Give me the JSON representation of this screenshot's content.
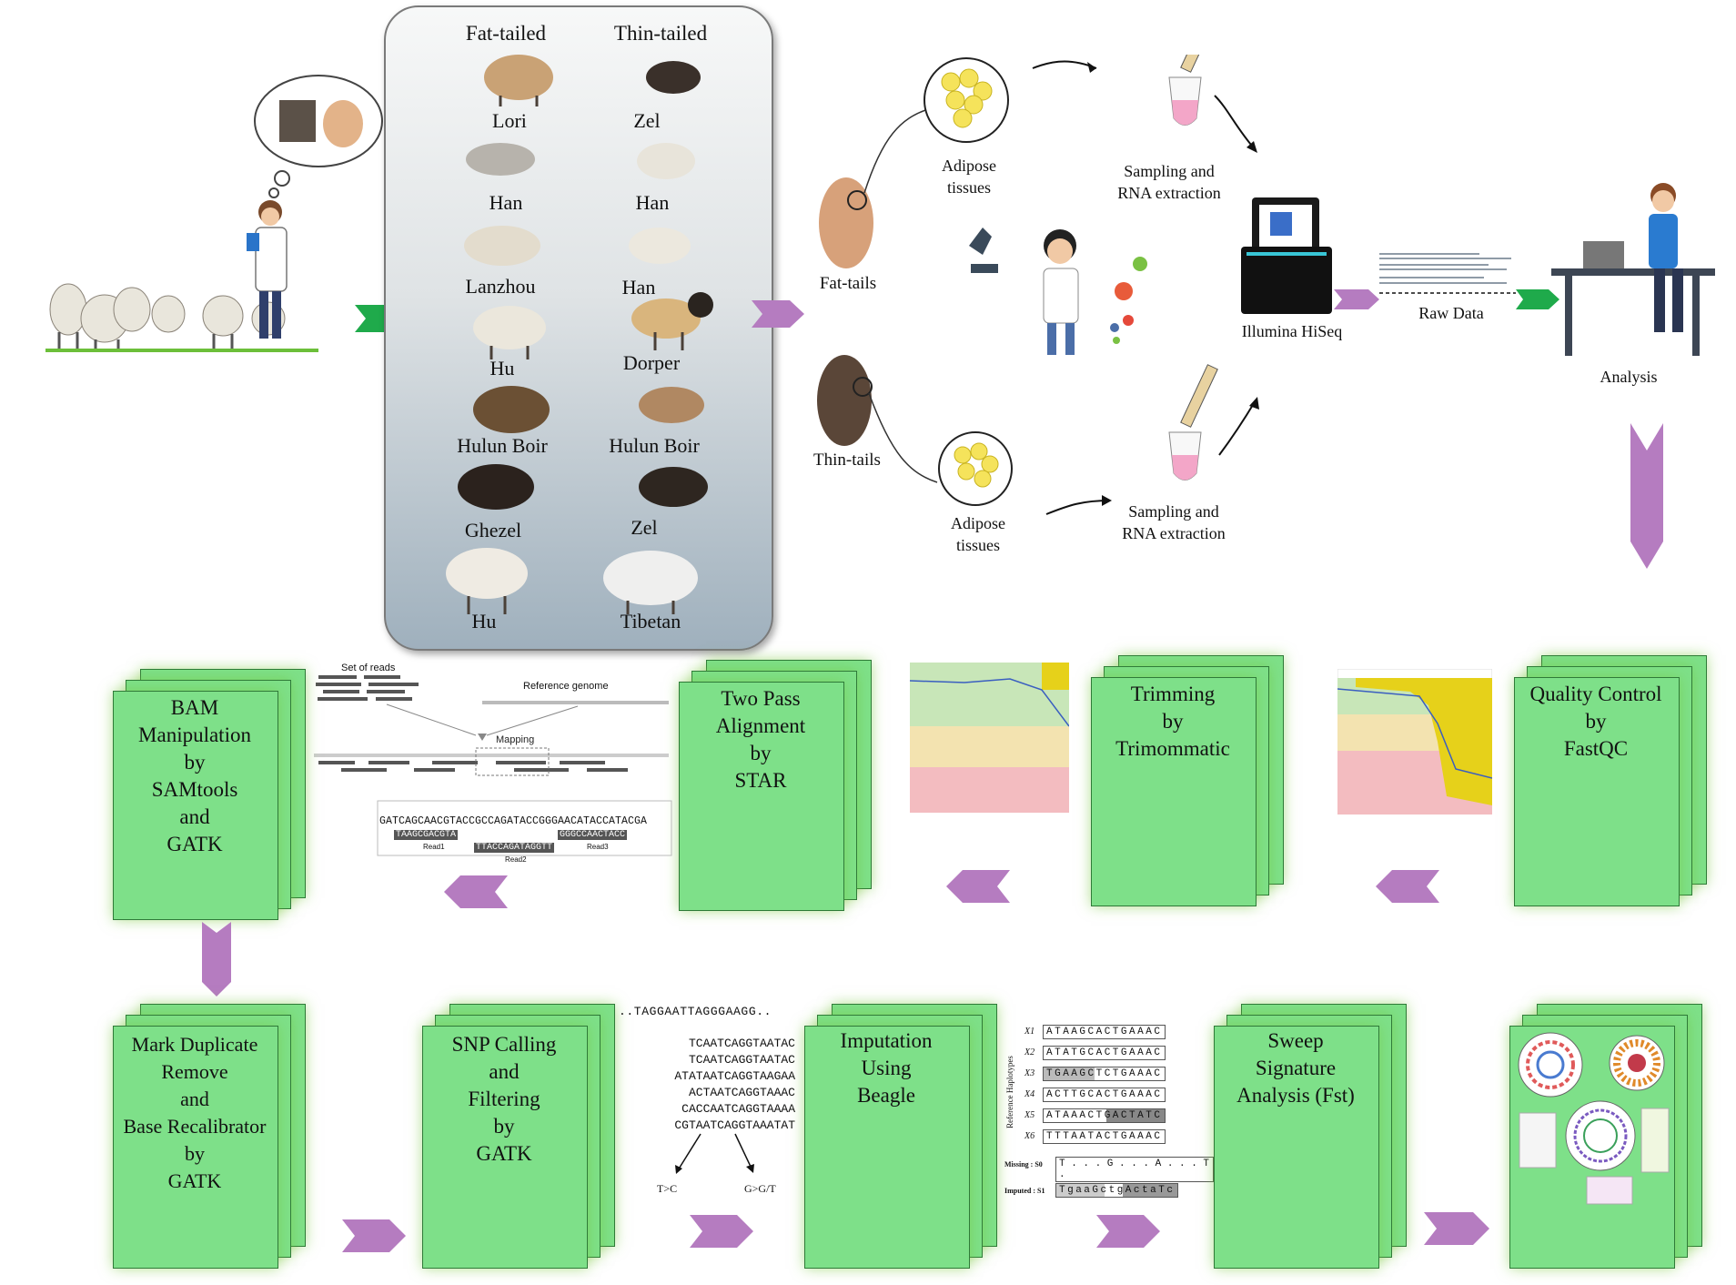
{
  "breeds": {
    "fat_tailed_header": "Fat-tailed",
    "thin_tailed_header": "Thin-tailed",
    "fat_tailed": [
      "Lori",
      "Han",
      "Lanzhou",
      "Hu",
      "Hulun Boir",
      "Ghezel",
      "Hu"
    ],
    "thin_tailed": [
      "Zel",
      "Han",
      "Han",
      "Dorper",
      "Hulun Boir",
      "Zel",
      "Tibetan"
    ]
  },
  "sampling": {
    "fat_tails": "Fat-tails",
    "thin_tails": "Thin-tails",
    "adipose_top_1": "Adipose",
    "adipose_top_2": "tissues",
    "adipose_bottom_1": "Adipose",
    "adipose_bottom_2": "tissues",
    "sampling_top_1": "Sampling and",
    "sampling_top_2": "RNA extraction",
    "sampling_bottom_1": "Sampling and",
    "sampling_bottom_2": "RNA extraction",
    "sequencer": "Illumina HiSeq",
    "raw_data": "Raw Data",
    "analysis": "Analysis"
  },
  "pipeline_row1": [
    {
      "lines": [
        "Quality Control",
        "by",
        "FastQC"
      ]
    },
    {
      "lines": [
        "Trimming",
        "by",
        "Trimommatic"
      ]
    },
    {
      "lines": [
        "Two Pass",
        "Alignment",
        "by",
        "STAR"
      ]
    },
    {
      "lines": [
        "BAM",
        "Manipulation",
        "by",
        "SAMtools",
        "and",
        "GATK"
      ]
    }
  ],
  "pipeline_row2": [
    {
      "lines": [
        "Mark Duplicate",
        "Remove",
        "and",
        "Base Recalibrator",
        "by",
        "GATK"
      ]
    },
    {
      "lines": [
        "SNP Calling",
        "and",
        "Filtering",
        "by",
        "GATK"
      ]
    },
    {
      "lines": [
        "Imputation",
        "Using",
        "Beagle"
      ]
    },
    {
      "lines": [
        "Sweep",
        "Signature",
        "Analysis (Fst)"
      ]
    }
  ],
  "mapping_figure": {
    "set_of_reads": "Set of reads",
    "reference_genome": "Reference genome",
    "mapping": "Mapping",
    "reference_seq": "GATCAGCAACGTACCGCCAGATACCGGGAACATACCATACGA",
    "read1": "TAAGCGACGTA",
    "read2": "TTACCAGATAGGTT",
    "read3": "GGGCCAACTACC",
    "read1_label": "Read1",
    "read2_label": "Read2",
    "read3_label": "Read3"
  },
  "snp_figure": {
    "top": "..TAGGAATTAGGGAAGG..",
    "rows": [
      "TCAATCAGGTAATAC",
      "TCAATCAGGTAATAC",
      "ATATAATCAGGTAAGAA",
      "ACTAATCAGGTAAAC",
      "CACCAATCAGGTAAAA",
      "CGTAATCAGGTAAATAT"
    ],
    "left_label": "T>C",
    "right_label": "G>G/T"
  },
  "imputation_figure": {
    "side_label": "Reference Haplotypes",
    "haplotypes": [
      {
        "id": "X1",
        "seq": "ATAAGCACTGAAAC"
      },
      {
        "id": "X2",
        "seq": "ATATGCACTGAAAC"
      },
      {
        "id": "X3",
        "seq": "TGAAGCTCTGAAAC"
      },
      {
        "id": "X4",
        "seq": "ACTTGCACTGAAAC"
      },
      {
        "id": "X5",
        "seq": "ATAAACTGACTATC"
      },
      {
        "id": "X6",
        "seq": "TTTAATACTGAAAC"
      }
    ],
    "missing_label": "Missing : S0",
    "missing_seq": "T . . . G . . . A . . . T .",
    "imputed_label": "Imputed : S1",
    "imputed_seq": "TgaaGctgActaTc"
  },
  "colors": {
    "green_page": "#7ee089",
    "purple_arrow": "#b57cc0",
    "green_arrow": "#1faa4b"
  }
}
